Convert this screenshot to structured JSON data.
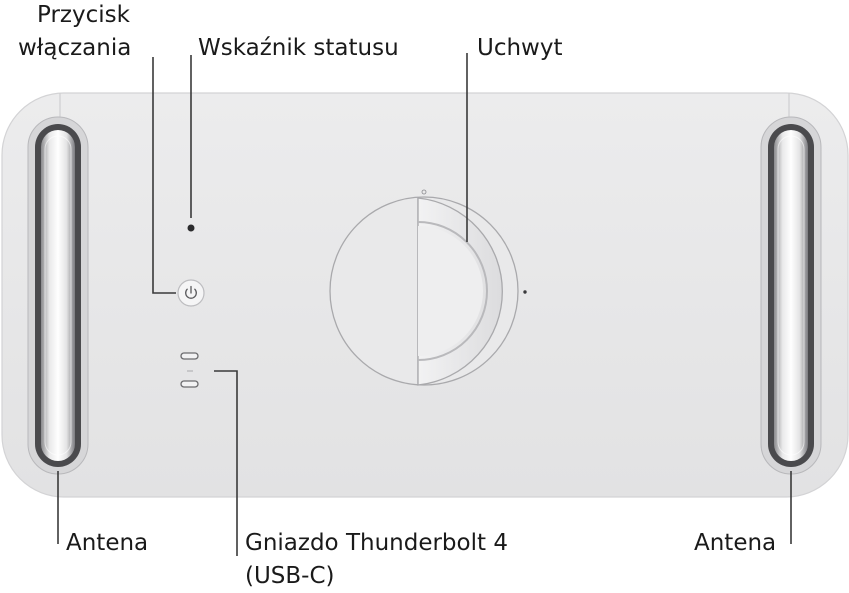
{
  "labels": {
    "power_button": [
      "Przycisk",
      "włączania"
    ],
    "status_indicator": "Wskaźnik statusu",
    "handle": "Uchwyt",
    "antenna_left": "Antena",
    "antenna_right": "Antena",
    "thunderbolt": [
      "Gniazdo Thunderbolt 4",
      "(USB-C)"
    ]
  },
  "icons": {
    "power": "power-icon",
    "usb_c": "usb-c-port-icon"
  },
  "colors": {
    "case": "#e6e6e7",
    "case_edge": "#d4d4d6",
    "callout_line": "#3a3a3a",
    "text": "#1a1a1a"
  }
}
